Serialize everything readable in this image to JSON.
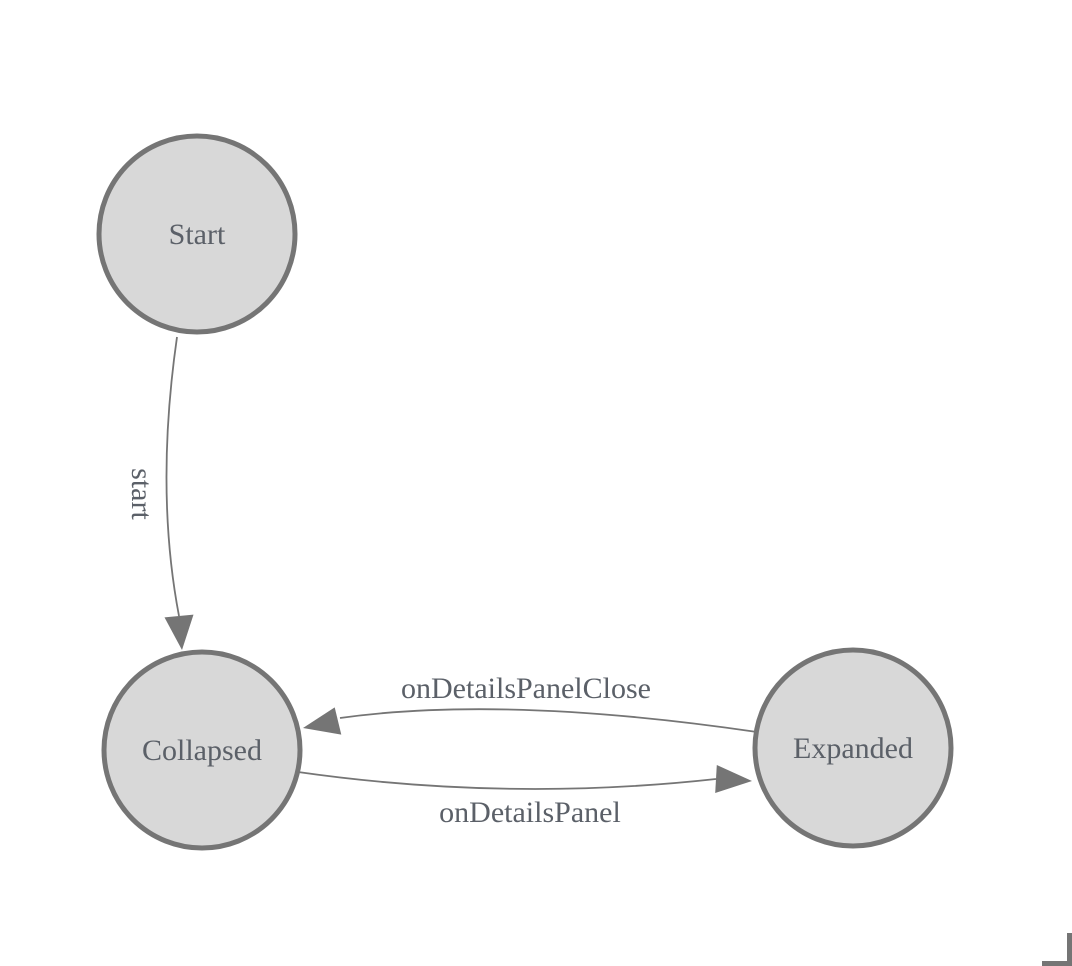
{
  "diagram": {
    "type": "state-machine",
    "nodes": [
      {
        "id": "start",
        "label": "Start"
      },
      {
        "id": "collapsed",
        "label": "Collapsed"
      },
      {
        "id": "expanded",
        "label": "Expanded"
      }
    ],
    "edges": [
      {
        "from": "Start",
        "to": "Collapsed",
        "label": "start"
      },
      {
        "from": "Expanded",
        "to": "Collapsed",
        "label": "onDetailsPanelClose"
      },
      {
        "from": "Collapsed",
        "to": "Expanded",
        "label": "onDetailsPanel"
      }
    ],
    "colors": {
      "background": "#ffffff",
      "node_fill": "#d8d8d8",
      "node_stroke": "#757575",
      "edge_stroke": "#757575",
      "arrow_fill": "#757575",
      "label_text": "#5b6068",
      "corner_mark": "#757575"
    }
  }
}
